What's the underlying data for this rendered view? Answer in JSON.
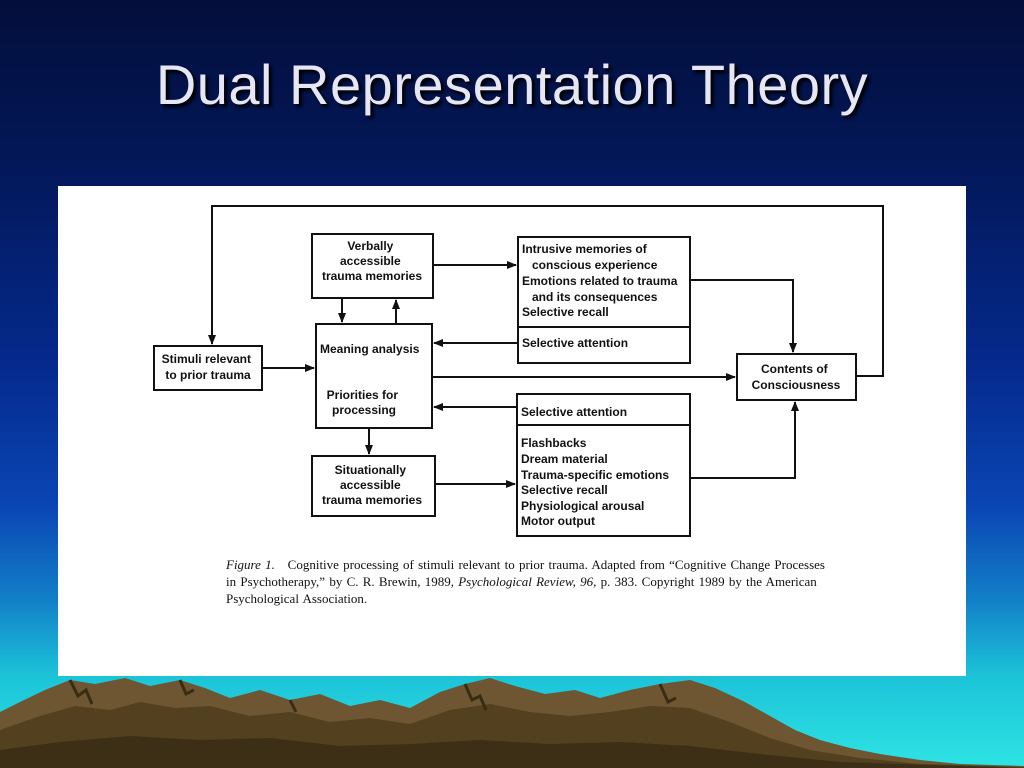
{
  "slide": {
    "title": "Dual Representation Theory"
  },
  "diagram": {
    "nodes": {
      "stimuli": [
        "Stimuli relevant",
        "to prior trauma"
      ],
      "vam": [
        "Verbally",
        "accessible",
        "trauma memories"
      ],
      "meaning": [
        "Meaning analysis"
      ],
      "priorities": [
        "Priorities for",
        "processing"
      ],
      "sam": [
        "Situationally",
        "accessible",
        "trauma memories"
      ],
      "intrusive": [
        "Intrusive memories of",
        "conscious experience",
        "Emotions related to trauma",
        "and its consequences",
        "Selective recall"
      ],
      "sel_attention_top": [
        "Selective attention"
      ],
      "sel_attention_bottom": [
        "Selective attention"
      ],
      "flashbacks": [
        "Flashbacks",
        "Dream material",
        "Trauma-specific emotions",
        "Selective recall",
        "Physiological arousal",
        "Motor output"
      ],
      "consciousness": [
        "Contents of",
        "Consciousness"
      ]
    },
    "caption": {
      "label": "Figure 1.",
      "text1": "Cognitive processing of stimuli relevant to prior trauma. Adapted from “Cognitive Change Processes in Psychotherapy,” by C. R. Brewin, 1989,",
      "journal": "Psychological Review, 96,",
      "text2": "p. 383. Copyright 1989 by the American Psychological Association."
    }
  }
}
